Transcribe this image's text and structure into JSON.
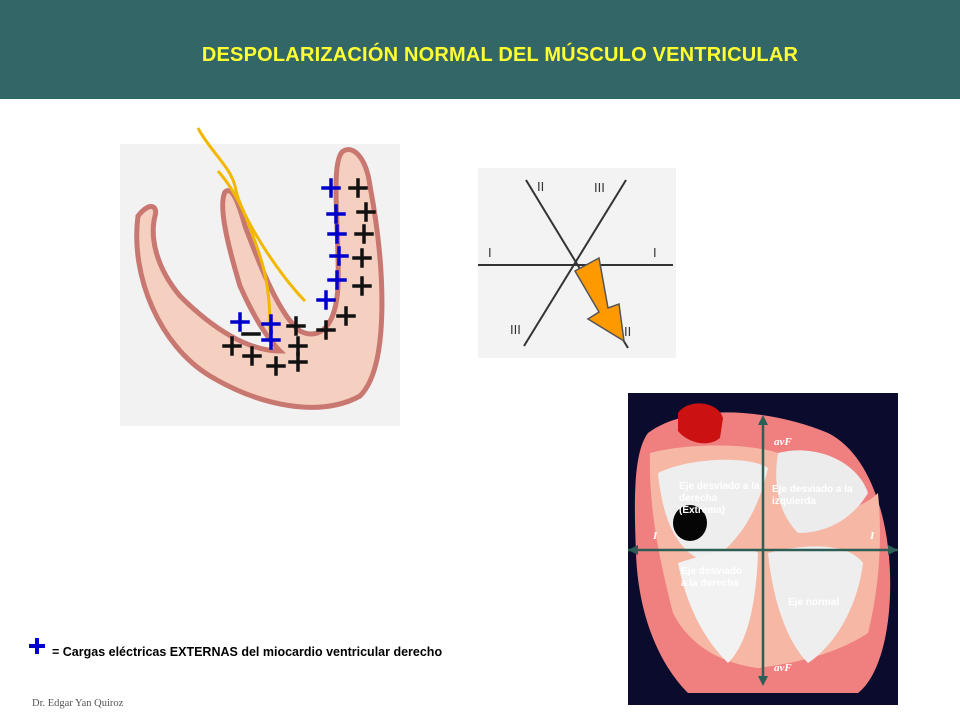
{
  "header": {
    "title": "DESPOLARIZACIÓN NORMAL DEL MÚSCULO VENTRICULAR"
  },
  "axes_diagram": {
    "leads": [
      "II",
      "III",
      "I",
      "I",
      "III",
      "II"
    ]
  },
  "heart_figure": {
    "axis_top": "avF",
    "axis_bottom": "avF",
    "axis_left": "I",
    "axis_right": "I",
    "quadrants": {
      "upper_left": "Eje desviado a la derecha (Extrema)",
      "upper_right": "Eje desviado a la izquierda",
      "lower_left": "Eje desviado a la derecha",
      "lower_right": "Eje normal"
    }
  },
  "legend": {
    "text": "= Cargas eléctricas EXTERNAS del miocardio ventricular derecho"
  },
  "footer": {
    "author": "Dr. Edgar Yan Quiroz"
  },
  "colors": {
    "header_bg": "#336666",
    "title": "#ffff33",
    "positive_charge": "#0000cc",
    "negative_charge": "#111111",
    "myocardium": "#f4c9b4",
    "arrow": "#ff9900",
    "conduction_line": "#f2b800"
  }
}
